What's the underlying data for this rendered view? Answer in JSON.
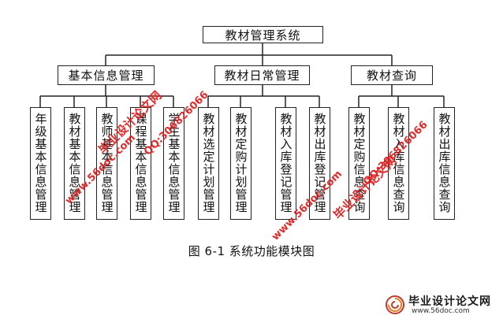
{
  "root": {
    "label": "教材管理系统"
  },
  "categories": [
    {
      "label": "基本信息管理"
    },
    {
      "label": "教材日常管理"
    },
    {
      "label": "教材查询"
    }
  ],
  "leaves": [
    {
      "label": "年级基本信息管理"
    },
    {
      "label": "教材基本信息管理"
    },
    {
      "label": "教师基本信息管理"
    },
    {
      "label": "课程基本信息管理"
    },
    {
      "label": "学生基本信息管理"
    },
    {
      "label": "教材选定计划管理"
    },
    {
      "label": "教材定购计划管理"
    },
    {
      "label": "教材入库登记管理"
    },
    {
      "label": "教材出库登记管理"
    },
    {
      "label": "教材定购信息查询"
    },
    {
      "label": "教材入库信息查询"
    },
    {
      "label": "教材出库信息查询"
    }
  ],
  "caption": "图 6-1 系统功能模块图",
  "watermarks": {
    "site_title": "毕业设计论文网",
    "site_url": "www.56doc.com",
    "qq": "QQ:306826066"
  },
  "brand": {
    "name": "毕业设计论文网",
    "url": "www.56doc.com",
    "logo_icon": "spiral-logo-icon",
    "logo_color": "#c0392b"
  },
  "colors": {
    "watermark": "#e02020",
    "line": "#222222"
  }
}
